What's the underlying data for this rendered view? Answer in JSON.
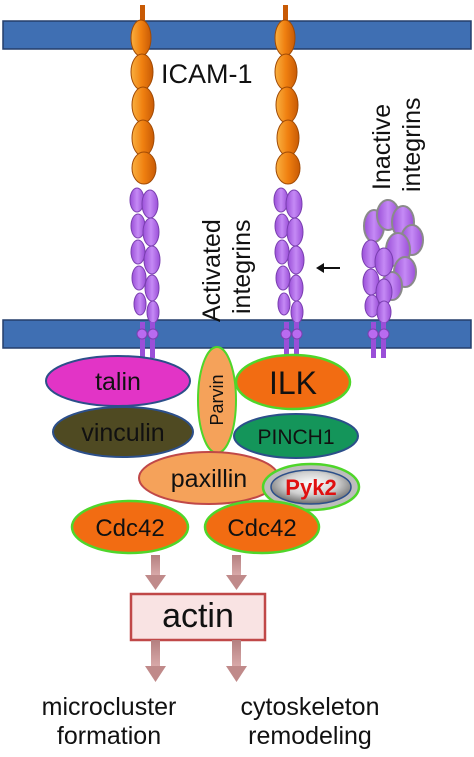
{
  "labels": {
    "icam": "ICAM-1",
    "activated_line1": "Activated",
    "activated_line2": "integrins",
    "inactive_line1": "Inactive",
    "inactive_line2": "integrins",
    "talin": "talin",
    "vinculin": "vinculin",
    "parvin": "Parvin",
    "ilk": "ILK",
    "pinch": "PINCH1",
    "paxillin": "paxillin",
    "pyk2": "Pyk2",
    "cdc42_left": "Cdc42",
    "cdc42_right": "Cdc42",
    "actin": "actin",
    "outcome_left_line1": "microcluster",
    "outcome_left_line2": "formation",
    "outcome_right_line1": "cytoskeleton",
    "outcome_right_line2": "remodeling"
  },
  "colors": {
    "membrane": "#3f6fb3",
    "membrane_stroke": "#253f6b",
    "icam": "#f07d10",
    "integrin": "#b96bf0",
    "talin": "#e234c6",
    "vinculin": "#4f4a22",
    "parvin": "#f5a25a",
    "ilk": "#f26c12",
    "pinch": "#14955a",
    "paxillin": "#f5a25a",
    "pyk2": "#bdbdbd",
    "pyk2_text": "#e01010",
    "cdc42": "#f26c12",
    "green_outline": "#4fd62a",
    "actin_fill": "#f9e3e3",
    "actin_border": "#c04848"
  }
}
